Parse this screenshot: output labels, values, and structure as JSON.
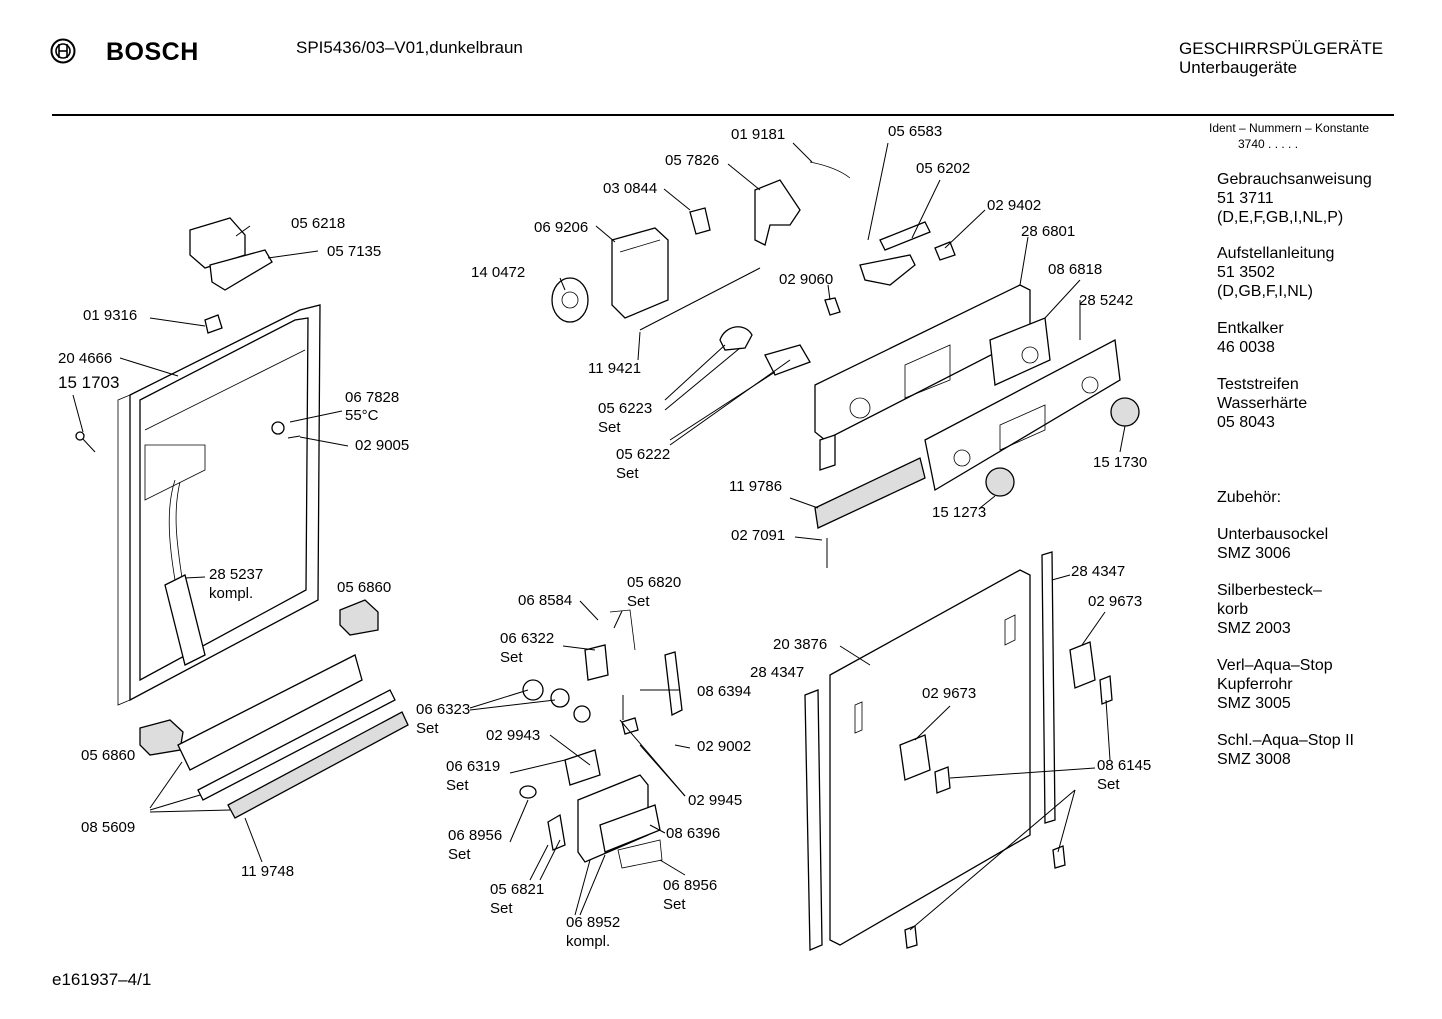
{
  "header": {
    "brand": "BOSCH",
    "model": "SPI5436/03–V01,dunkelbraun",
    "category": "GESCHIRRSPÜLGERÄTE",
    "subcategory": "Unterbaugeräte"
  },
  "ident": {
    "title": "Ident – Nummern – Konstante",
    "value": "3740  .  .  .  .  ."
  },
  "sidebar": {
    "groups": [
      {
        "lines": [
          "Gebrauchsanweisung",
          "51 3711",
          "(D,E,F,GB,I,NL,P)"
        ]
      },
      {
        "lines": [
          "Aufstellanleitung",
          "51 3502",
          "(D,GB,F,I,NL)"
        ]
      },
      {
        "lines": [
          "Entkalker",
          "46 0038"
        ]
      },
      {
        "lines": [
          "Teststreifen",
          "Wasserhärte",
          "05 8043"
        ]
      },
      {
        "lines": [
          "Zubehör:"
        ]
      },
      {
        "lines": [
          "Unterbausockel",
          "SMZ 3006"
        ]
      },
      {
        "lines": [
          "Silberbesteck–",
          "korb",
          "SMZ 2003"
        ]
      },
      {
        "lines": [
          "Verl–Aqua–Stop",
          "Kupferrohr",
          "SMZ 3005"
        ]
      },
      {
        "lines": [
          "Schl.–Aqua–Stop II",
          "SMZ 3008"
        ]
      }
    ]
  },
  "labels": {
    "p019181": "01 9181",
    "p056583": "05 6583",
    "p057826": "05 7826",
    "p056202": "05 6202",
    "p030844": "03 0844",
    "p029402": "02 9402",
    "p069206": "06 9206",
    "p286801": "28 6801",
    "p056218": "05 6218",
    "p057135": "05 7135",
    "p140472": "14 0472",
    "p086818": "08 6818",
    "p029060": "02 9060",
    "p285242": "28 5242",
    "p019316": "01 9316",
    "p204666": "20 4666",
    "p151703": "15 1703",
    "p119421": "11 9421",
    "p067828": "06 7828",
    "p067828b": "55°C",
    "p056223": "05 6223",
    "p056223b": "Set",
    "p029005": "02 9005",
    "p056222": "05 6222",
    "p056222b": "Set",
    "p151730": "15 1730",
    "p119786": "11 9786",
    "p151273": "15 1273",
    "p027091": "02 7091",
    "p285237": "28 5237",
    "p285237b": "kompl.",
    "p056860a": "05 6860",
    "p056820": "05 6820",
    "p056820b": "Set",
    "p068584": "06 8584",
    "p284347a": "28 4347",
    "p029673a": "02 9673",
    "p066322": "06 6322",
    "p066322b": "Set",
    "p203876": "20 3876",
    "p284347b": "28 4347",
    "p086394": "08 6394",
    "p066323": "06 6323",
    "p066323b": "Set",
    "p029673b": "02 9673",
    "p029943": "02 9943",
    "p029002": "02 9002",
    "p056860b": "05 6860",
    "p066319": "06 6319",
    "p066319b": "Set",
    "p086145": "08 6145",
    "p086145b": "Set",
    "p029945": "02 9945",
    "p085609": "08 5609",
    "p068956a": "06 8956",
    "p068956ab": "Set",
    "p086396": "08 6396",
    "p119748": "11 9748",
    "p056821": "05 6821",
    "p056821b": "Set",
    "p068956b": "06 8956",
    "p068956bb": "Set",
    "p068952": "06 8952",
    "p068952b": "kompl."
  },
  "footer": "e161937–4/1"
}
